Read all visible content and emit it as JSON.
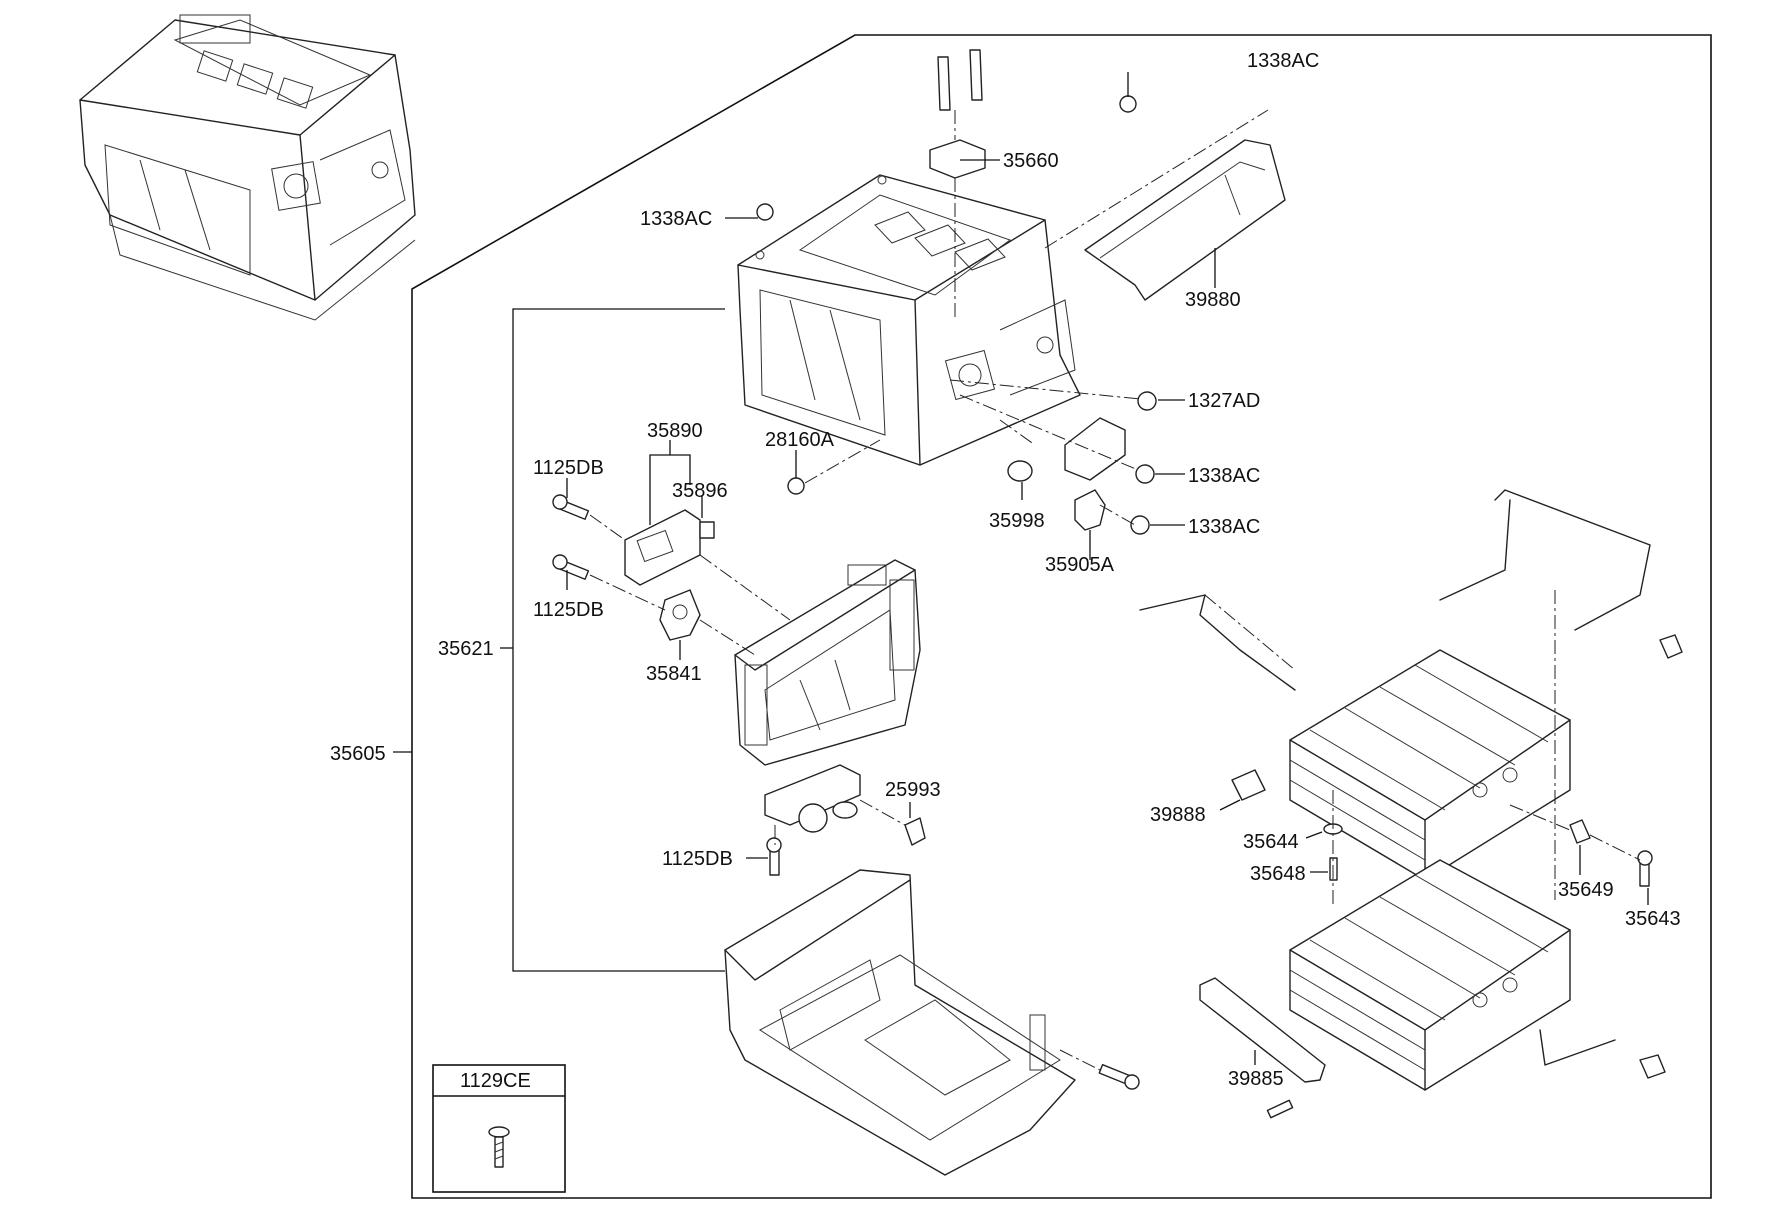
{
  "callouts": {
    "c1338ac_top": "1338AC",
    "c35660": "35660",
    "c1338ac_left": "1338AC",
    "c39880": "39880",
    "c1327ad": "1327AD",
    "c35890": "35890",
    "c28160a": "28160A",
    "c1125db_a": "1125DB",
    "c35896": "35896",
    "c1338ac_mid": "1338AC",
    "c35998": "35998",
    "c1338ac_low": "1338AC",
    "c35905a": "35905A",
    "c1125db_b": "1125DB",
    "c35621": "35621",
    "c35841": "35841",
    "c35605": "35605",
    "c25993": "25993",
    "c39888": "39888",
    "c35644": "35644",
    "c1125db_c": "1125DB",
    "c35648": "35648",
    "c35649": "35649",
    "c35643": "35643",
    "c39885": "39885"
  },
  "legend_box": {
    "code": "1129CE",
    "icon": "bolt-icon"
  }
}
